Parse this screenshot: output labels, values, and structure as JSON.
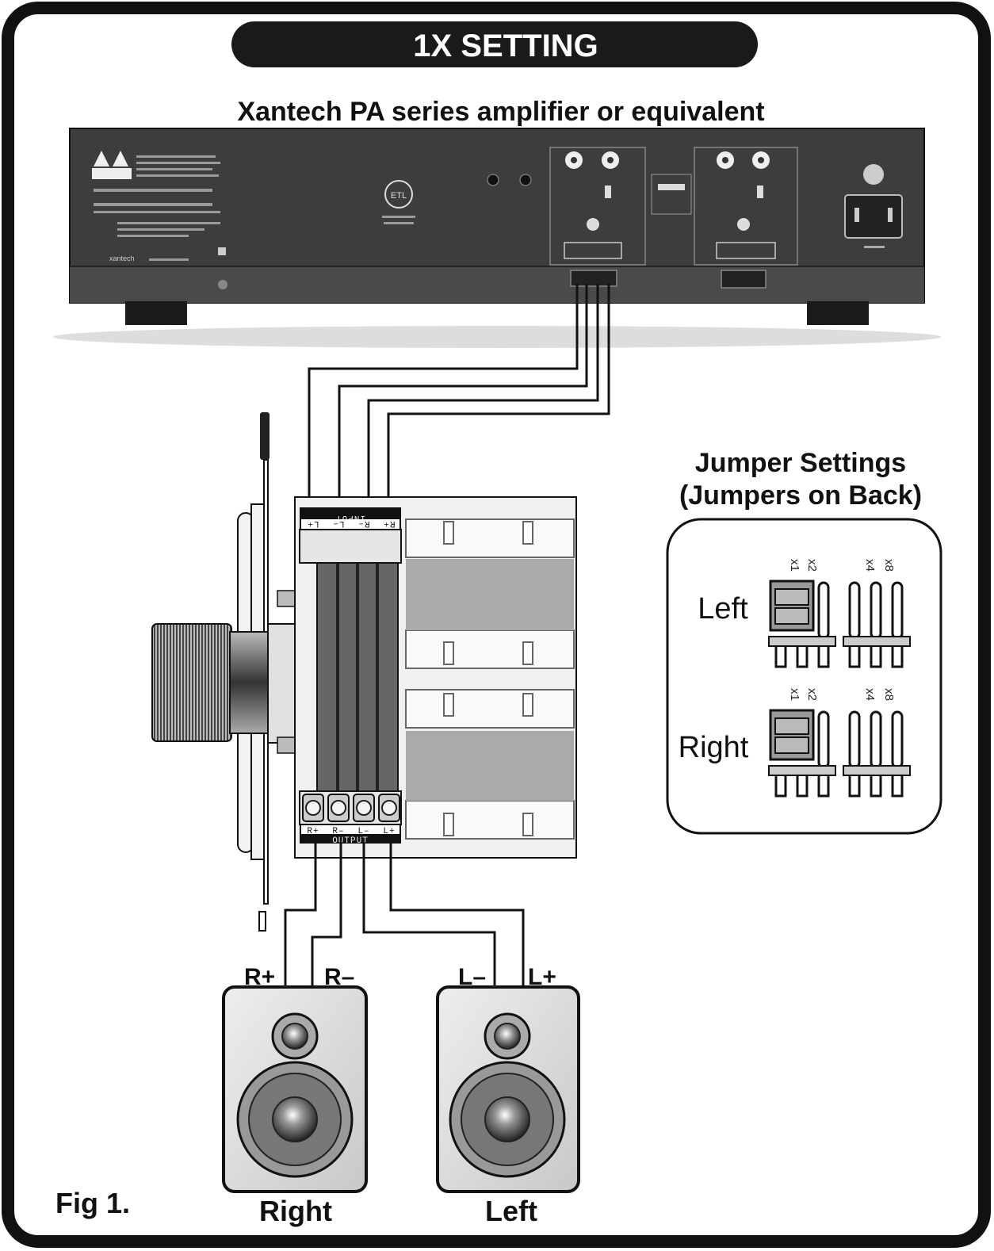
{
  "banner": {
    "title": "1X SETTING"
  },
  "amplifier": {
    "caption": "Xantech PA series amplifier or equivalent",
    "brand": "xantech"
  },
  "volume_control": {
    "input_label": "INPUT",
    "output_label": "OUTPUT",
    "input_terminals": [
      "L+",
      "L–",
      "R–",
      "R+"
    ],
    "output_terminals": [
      "R+",
      "R–",
      "L–",
      "L+"
    ]
  },
  "jumper_settings": {
    "title_line1": "Jumper Settings",
    "title_line2": "(Jumpers on Back)",
    "rows": [
      {
        "label": "Left",
        "pins": [
          "x1",
          "x2",
          "x4",
          "x8"
        ],
        "jumper_on": "x1"
      },
      {
        "label": "Right",
        "pins": [
          "x1",
          "x2",
          "x4",
          "x8"
        ],
        "jumper_on": "x1"
      }
    ]
  },
  "speakers": {
    "right": {
      "label": "Right",
      "terminals": [
        "R+",
        "R–"
      ]
    },
    "left": {
      "label": "Left",
      "terminals": [
        "L–",
        "L+"
      ]
    }
  },
  "figure_label": "Fig 1.",
  "icons": [
    "caution-icon",
    "etl-icon",
    "rca-jack-icon",
    "power-inlet-icon",
    "volume-knob-icon",
    "speaker-icon",
    "jumper-icon"
  ]
}
